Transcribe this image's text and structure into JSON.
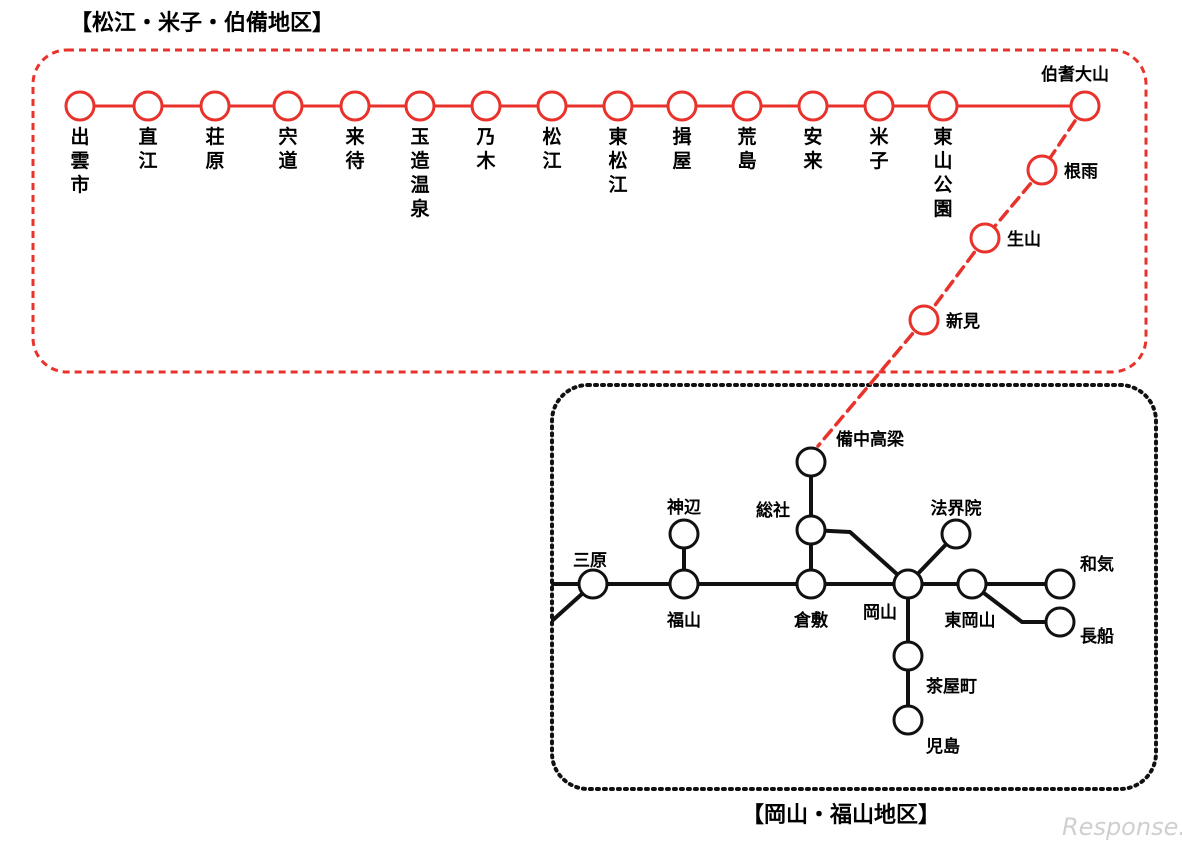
{
  "regions": {
    "matsue": {
      "title": "【松江・米子・伯備地区】",
      "color": "#e8322b"
    },
    "okayama": {
      "title": "【岡山・福山地区】",
      "color": "#111111"
    }
  },
  "matsue_stations": [
    "出雲市",
    "直江",
    "荘原",
    "宍道",
    "来待",
    "玉造温泉",
    "乃木",
    "松江",
    "東松江",
    "揖屋",
    "荒島",
    "安来",
    "米子",
    "東山公園",
    "伯耆大山"
  ],
  "hakubi_stations": [
    "根雨",
    "生山",
    "新見"
  ],
  "okayama_stations": {
    "bitchu_takahashi": "備中高梁",
    "soja": "総社",
    "kannabe": "神辺",
    "hokaiin": "法界院",
    "mihara": "三原",
    "fukuyama": "福山",
    "kurashiki": "倉敷",
    "okayama": "岡山",
    "higashi_okayama": "東岡山",
    "wake": "和気",
    "osafune": "長船",
    "chayamachi": "茶屋町",
    "kojima": "児島"
  },
  "credit": "Response."
}
